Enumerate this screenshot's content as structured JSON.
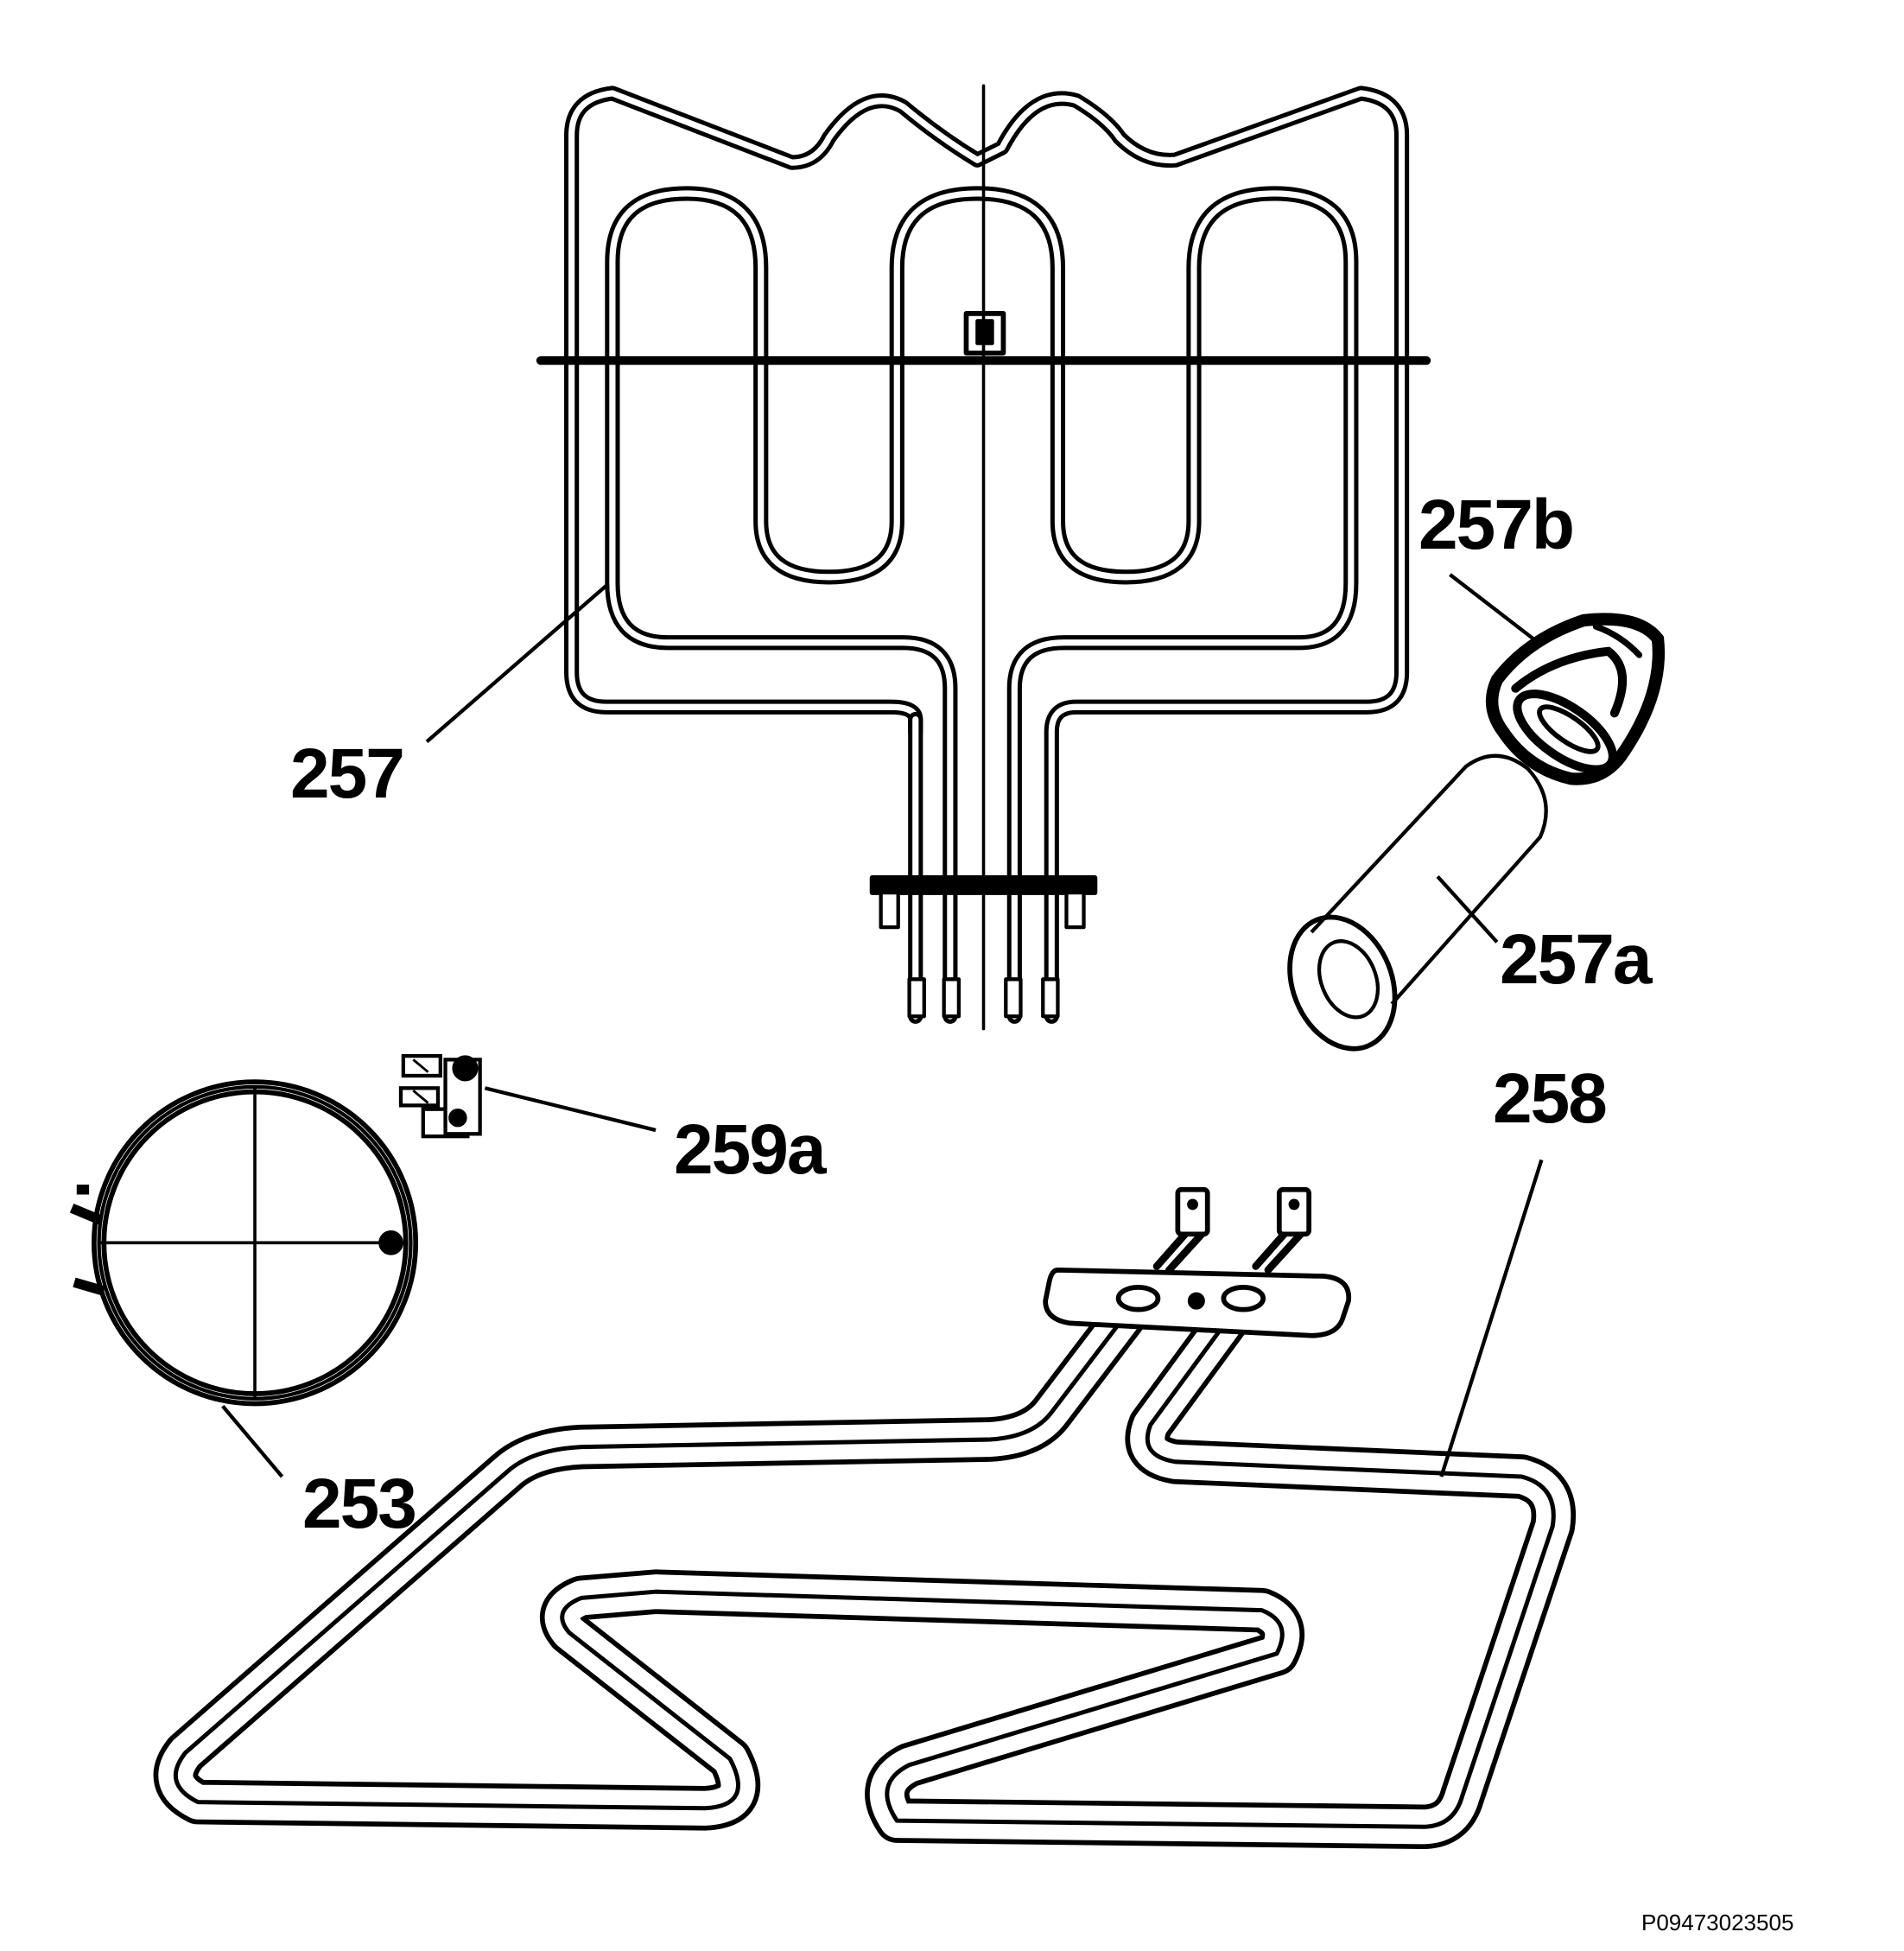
{
  "labels": {
    "part_257": "257",
    "part_257a": "257a",
    "part_257b": "257b",
    "part_258": "258",
    "part_259a": "259a",
    "part_253": "253"
  },
  "document_id": "P09473023505",
  "colors": {
    "line": "#000000",
    "background": "#ffffff"
  }
}
